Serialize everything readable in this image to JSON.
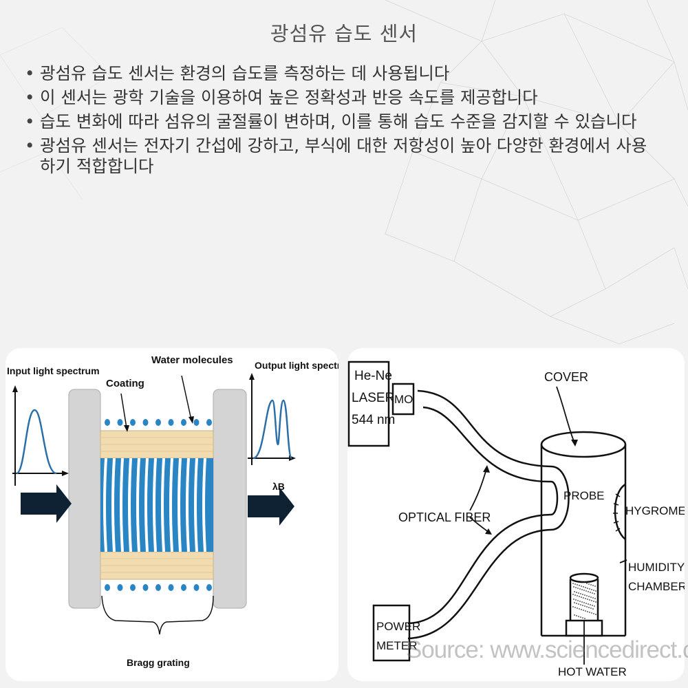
{
  "slide": {
    "title": "광섬유 습도 센서",
    "bullets": [
      "광섬유 습도 센서는 환경의 습도를 측정하는 데 사용됩니다",
      "이 센서는 광학 기술을 이용하여 높은 정확성과 반응 속도를 제공합니다",
      "습도 변화에 따라 섬유의 굴절률이 변하며, 이를 통해 습도 수준을 감지할 수 있습니다",
      "광섬유 센서는 전자기 간섭에 강하고, 부식에 대한 저항성이 높아 다양한 환경에서 사용하기 적합합니다"
    ]
  },
  "left_diagram": {
    "input_label": "Input light spectrum",
    "output_label": "Output light spectrum",
    "coating_label": "Coating",
    "water_label": "Water molecules",
    "bragg_label": "Bragg grating",
    "lambda_label": "λB",
    "colors": {
      "fiber_blue": "#2a85c4",
      "coating": "#f1dcb1",
      "end_cap": "#d4d4d4",
      "arrow": "#0f2233"
    }
  },
  "right_diagram": {
    "laser_label_1": "He-Ne",
    "laser_label_2": "LASER",
    "laser_label_3": "544 nm",
    "mo_label": "MO",
    "cover_label": "COVER",
    "probe_label": "PROBE",
    "hygrometer_label": "HYGROMETER",
    "optical_fiber_label": "OPTICAL FIBER",
    "humidity_label_1": "HUMIDITY",
    "humidity_label_2": "CHAMBER",
    "power_label_1": "POWER",
    "power_label_2": "METER",
    "hot_water_label": "HOT WATER"
  },
  "credit": "Source: www.sciencedirect.com"
}
